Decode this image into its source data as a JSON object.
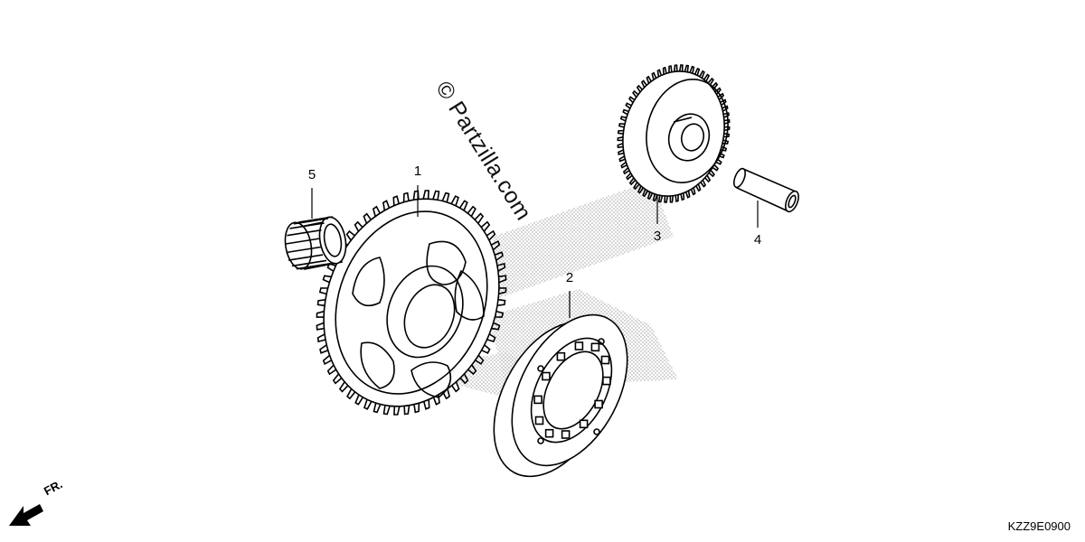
{
  "watermark": "© Partzilla.com",
  "diagram_code": "KZZ9E0900",
  "front_indicator": {
    "label": "FR.",
    "icon": "front-direction-arrow"
  },
  "callouts": [
    {
      "number": "1",
      "part": "gear"
    },
    {
      "number": "2",
      "part": "one-way clutch"
    },
    {
      "number": "3",
      "part": "gear"
    },
    {
      "number": "4",
      "part": "shaft"
    },
    {
      "number": "5",
      "part": "needle bearing"
    }
  ],
  "colors": {
    "line": "#000000",
    "stipple": "#9a9a9a",
    "background": "#ffffff"
  }
}
